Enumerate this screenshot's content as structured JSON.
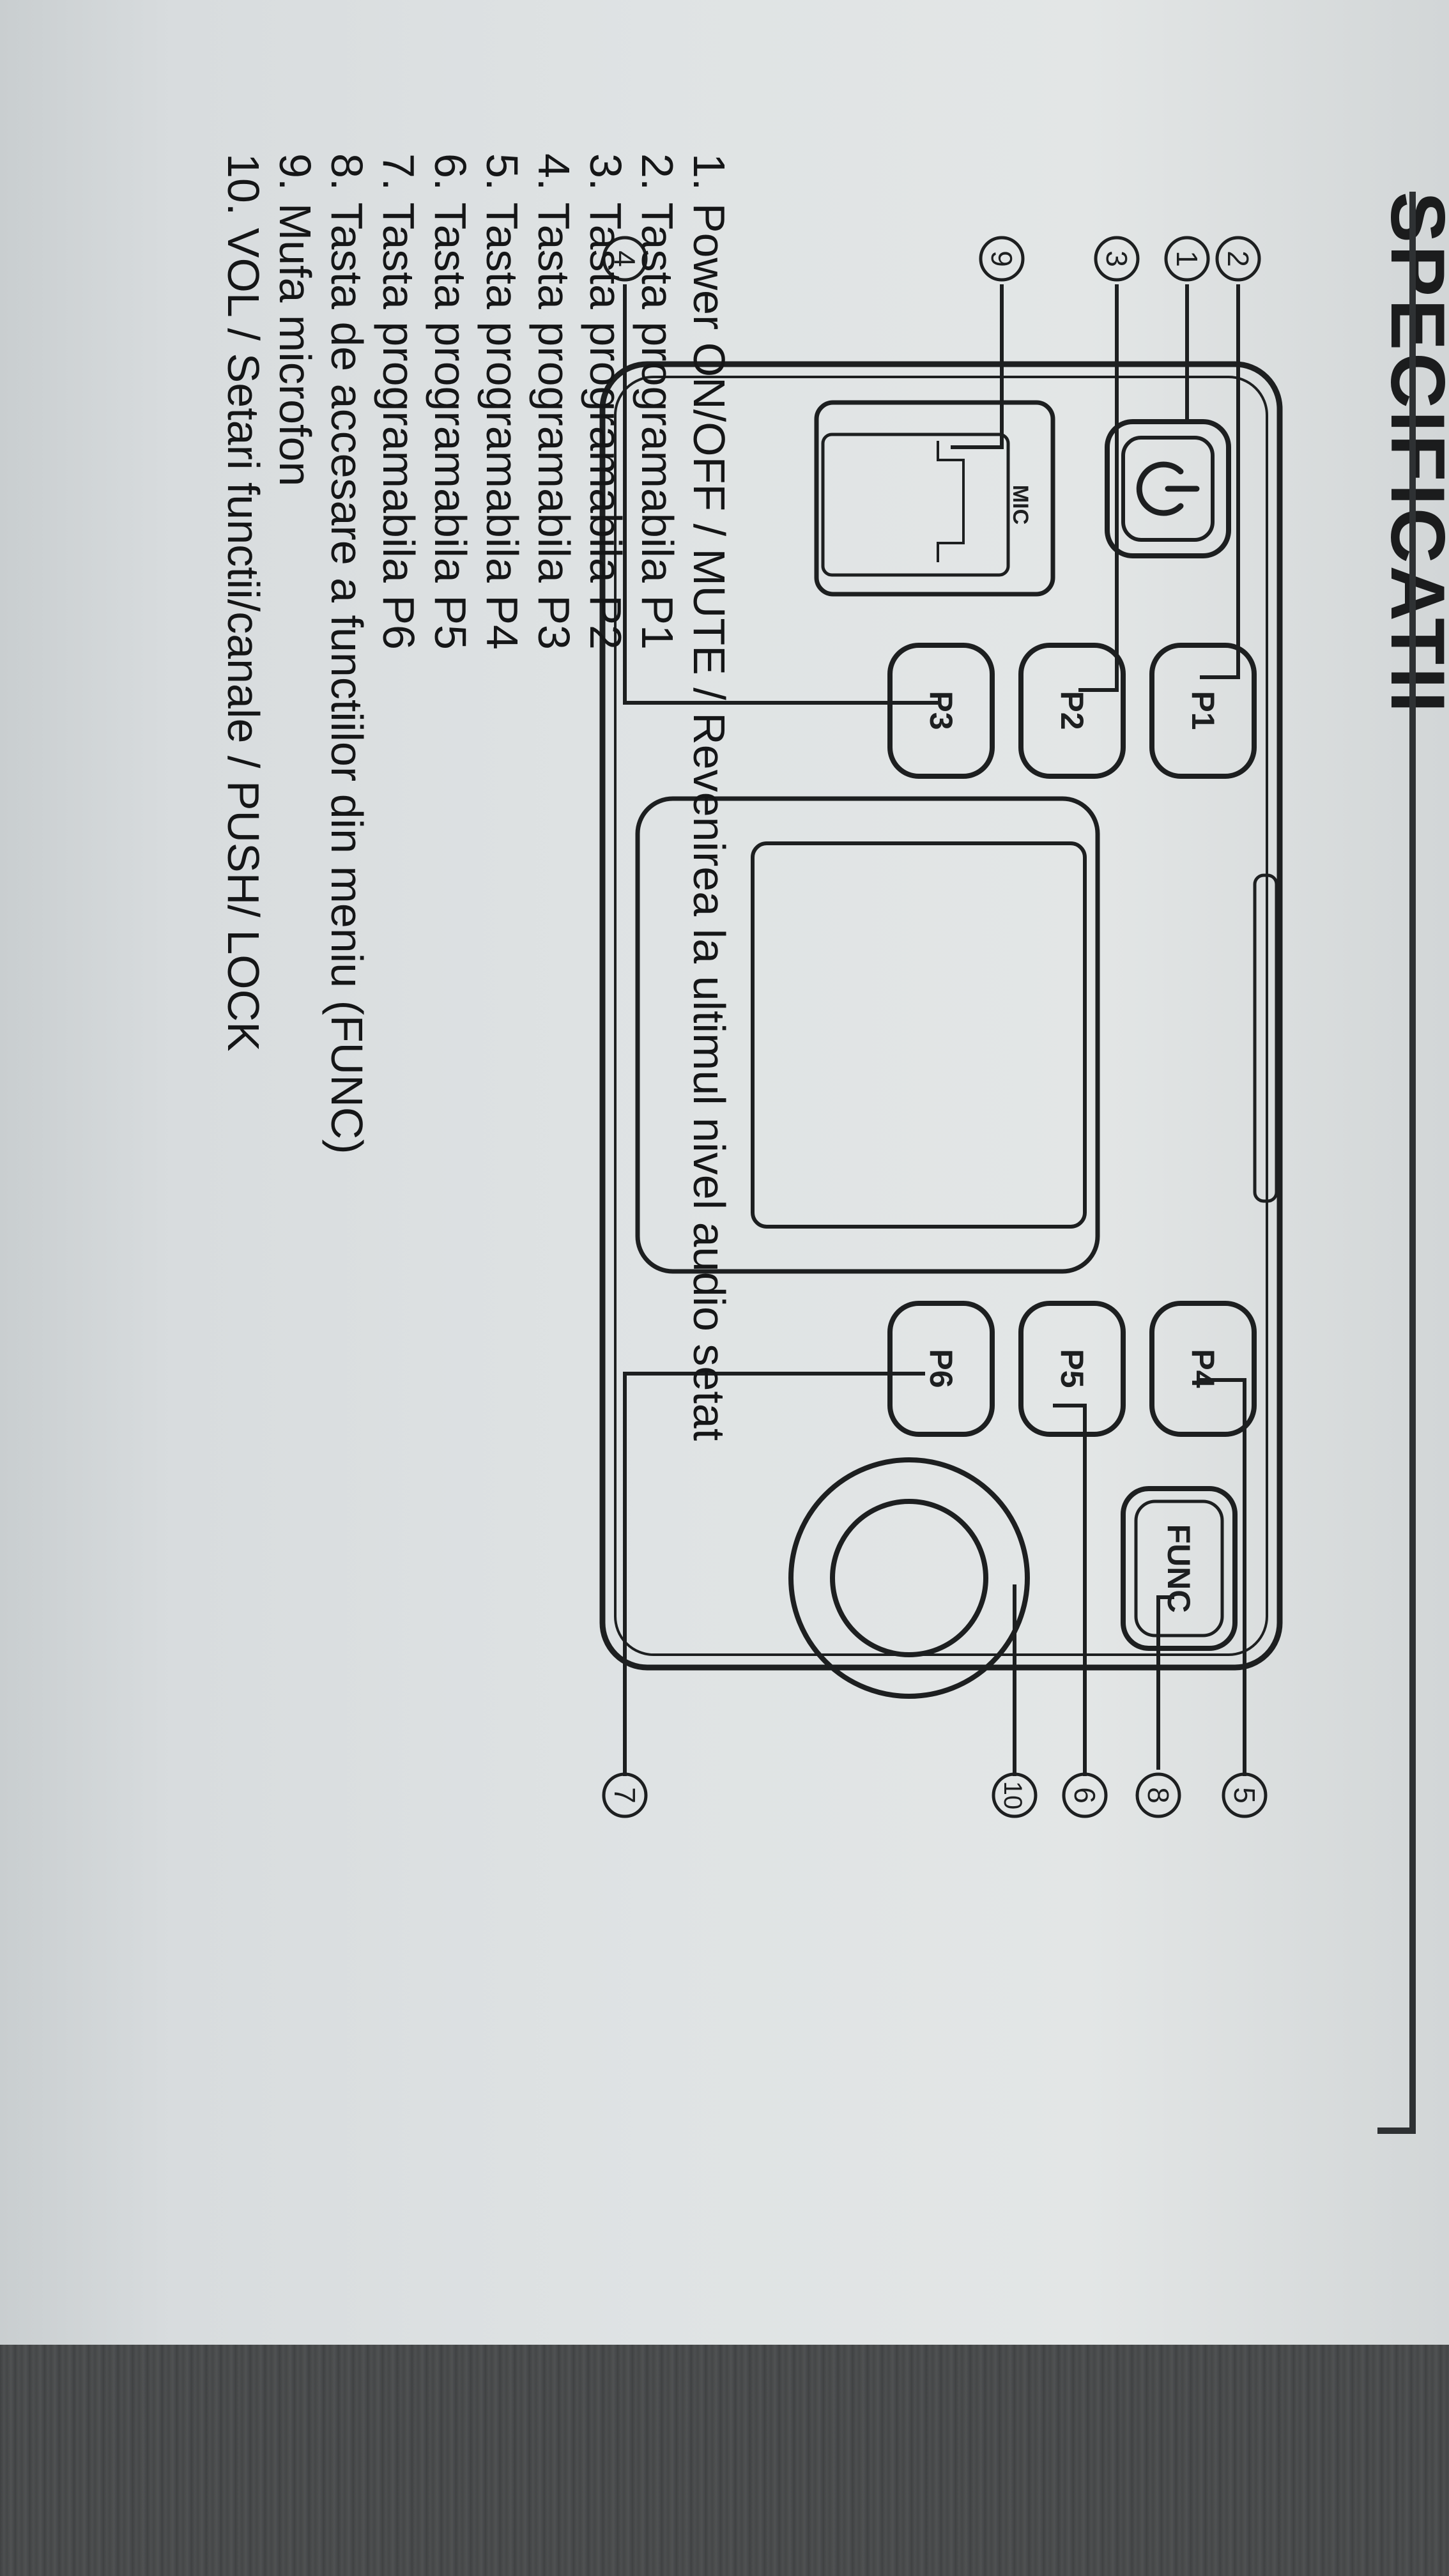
{
  "header": {
    "title": "SPECIFICATII"
  },
  "diagram": {
    "callouts": [
      "1",
      "2",
      "3",
      "4",
      "5",
      "6",
      "7",
      "8",
      "9",
      "10"
    ],
    "buttons": {
      "power_icon": "power-icon",
      "p1": "P1",
      "p2": "P2",
      "p3": "P3",
      "p4": "P4",
      "p5": "P5",
      "p6": "P6",
      "func": "FUNC",
      "mic": "MIC"
    }
  },
  "legend": {
    "items": [
      {
        "num": "1.",
        "text": "Power ON/OFF / MUTE / Revenirea la ultimul nivel audio setat"
      },
      {
        "num": "2.",
        "text": "Tasta programabila P1"
      },
      {
        "num": "3.",
        "text": "Tasta programabila P2"
      },
      {
        "num": "4.",
        "text": "Tasta programabila P3"
      },
      {
        "num": "5.",
        "text": "Tasta programabila P4"
      },
      {
        "num": "6.",
        "text": "Tasta programabila P5"
      },
      {
        "num": "7.",
        "text": "Tasta programabila P6"
      },
      {
        "num": "8.",
        "text": "Tasta de accesare a functiilor din meniu (FUNC)"
      },
      {
        "num": "9.",
        "text": "Mufa microfon"
      },
      {
        "num": "10.",
        "text": "VOL / Setari functii/canale / PUSH/ LOCK"
      }
    ]
  }
}
